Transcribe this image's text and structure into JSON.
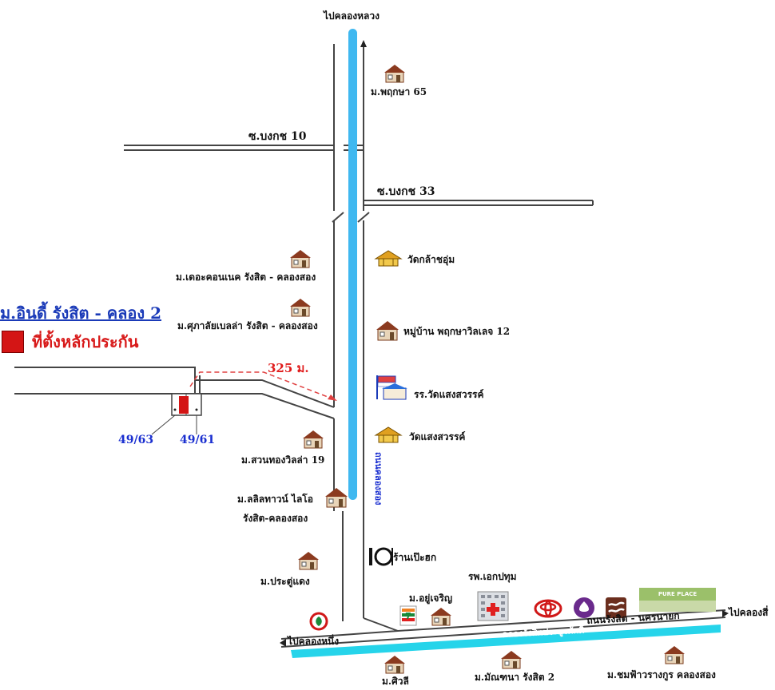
{
  "header": {
    "to_top": "ไปคลองหลวง"
  },
  "legend": {
    "title": "ม.อินดี้ รังสิต - คลอง 2",
    "marker_label": "ที่ตั้งหลักประกัน",
    "marker_color": "#d41515"
  },
  "roads": {
    "soi_10": "ซ.บงกช 10",
    "soi_33": "ซ.บงกช 33",
    "main_road_vertical": "ถนนคลองสอง",
    "main_road_bottom": "ถนนรังสิต - นครนายก",
    "to_khlong_nueng": "ไปคลองหนึ่ง",
    "to_khlong_right": "ไปคลองสี่",
    "canal_bottom": "คลองรังสิตประยูรศักดิ์"
  },
  "distance": {
    "label": "325 ม."
  },
  "house_numbers": {
    "left": "49/63",
    "right": "49/61"
  },
  "places": {
    "pruksa65": "ม.พฤกษา 65",
    "connect": "ม.เดอะคอนเนค รังสิต - คลองสอง",
    "supalai": "ม.ศุภาลัยเบลล่า รังสิต - คลองสอง",
    "wat_kla": "วัดกล้าชอุ่ม",
    "pruksa_ville": "หมู่บ้าน พฤกษาวิลเลจ 12",
    "school": "รร.วัดแสงสวรรค์",
    "wat_saeng": "วัดแสงสวรรค์",
    "suanthong": "ม.สวนทองวิลล่า 19",
    "lalin_1": "ม.ลลิลทาวน์ ไลโอ",
    "lalin_2": "รังสิต-คลองสอง",
    "restaurant": "ร้านเป๊ะฮก",
    "pratu_daeng": "ม.ประตู่แดง",
    "hospital": "รพ.เอกปทุม",
    "yoo_charoen": "ม.อยู่เจริญ",
    "siwalee": "ม.ศิวลี",
    "manthana": "ม.มัณฑนา รังสิต 2",
    "chomfa": "ม.ชมฟ้าวรางกูร คลองสอง",
    "pure_place": "PURE PLACE"
  },
  "icons": {
    "house": "house-icon",
    "temple": "temple-icon",
    "school": "school-flag-icon",
    "restaurant": "fork-plate-icon",
    "seven_eleven": "seven-eleven-logo",
    "toyota": "toyota-logo",
    "kbank": "kasikorn-bank-logo",
    "scb": "scb-bank-logo",
    "hospital": "hospital-building-icon",
    "pure_place": "pure-place-sign"
  },
  "colors": {
    "canal": "#3fb8f0",
    "canal_bottom": "#26d4ea",
    "road": "#444444",
    "distance_line": "#e04040",
    "label_blue": "#1a2fd0",
    "label_red": "#e01b1b"
  }
}
